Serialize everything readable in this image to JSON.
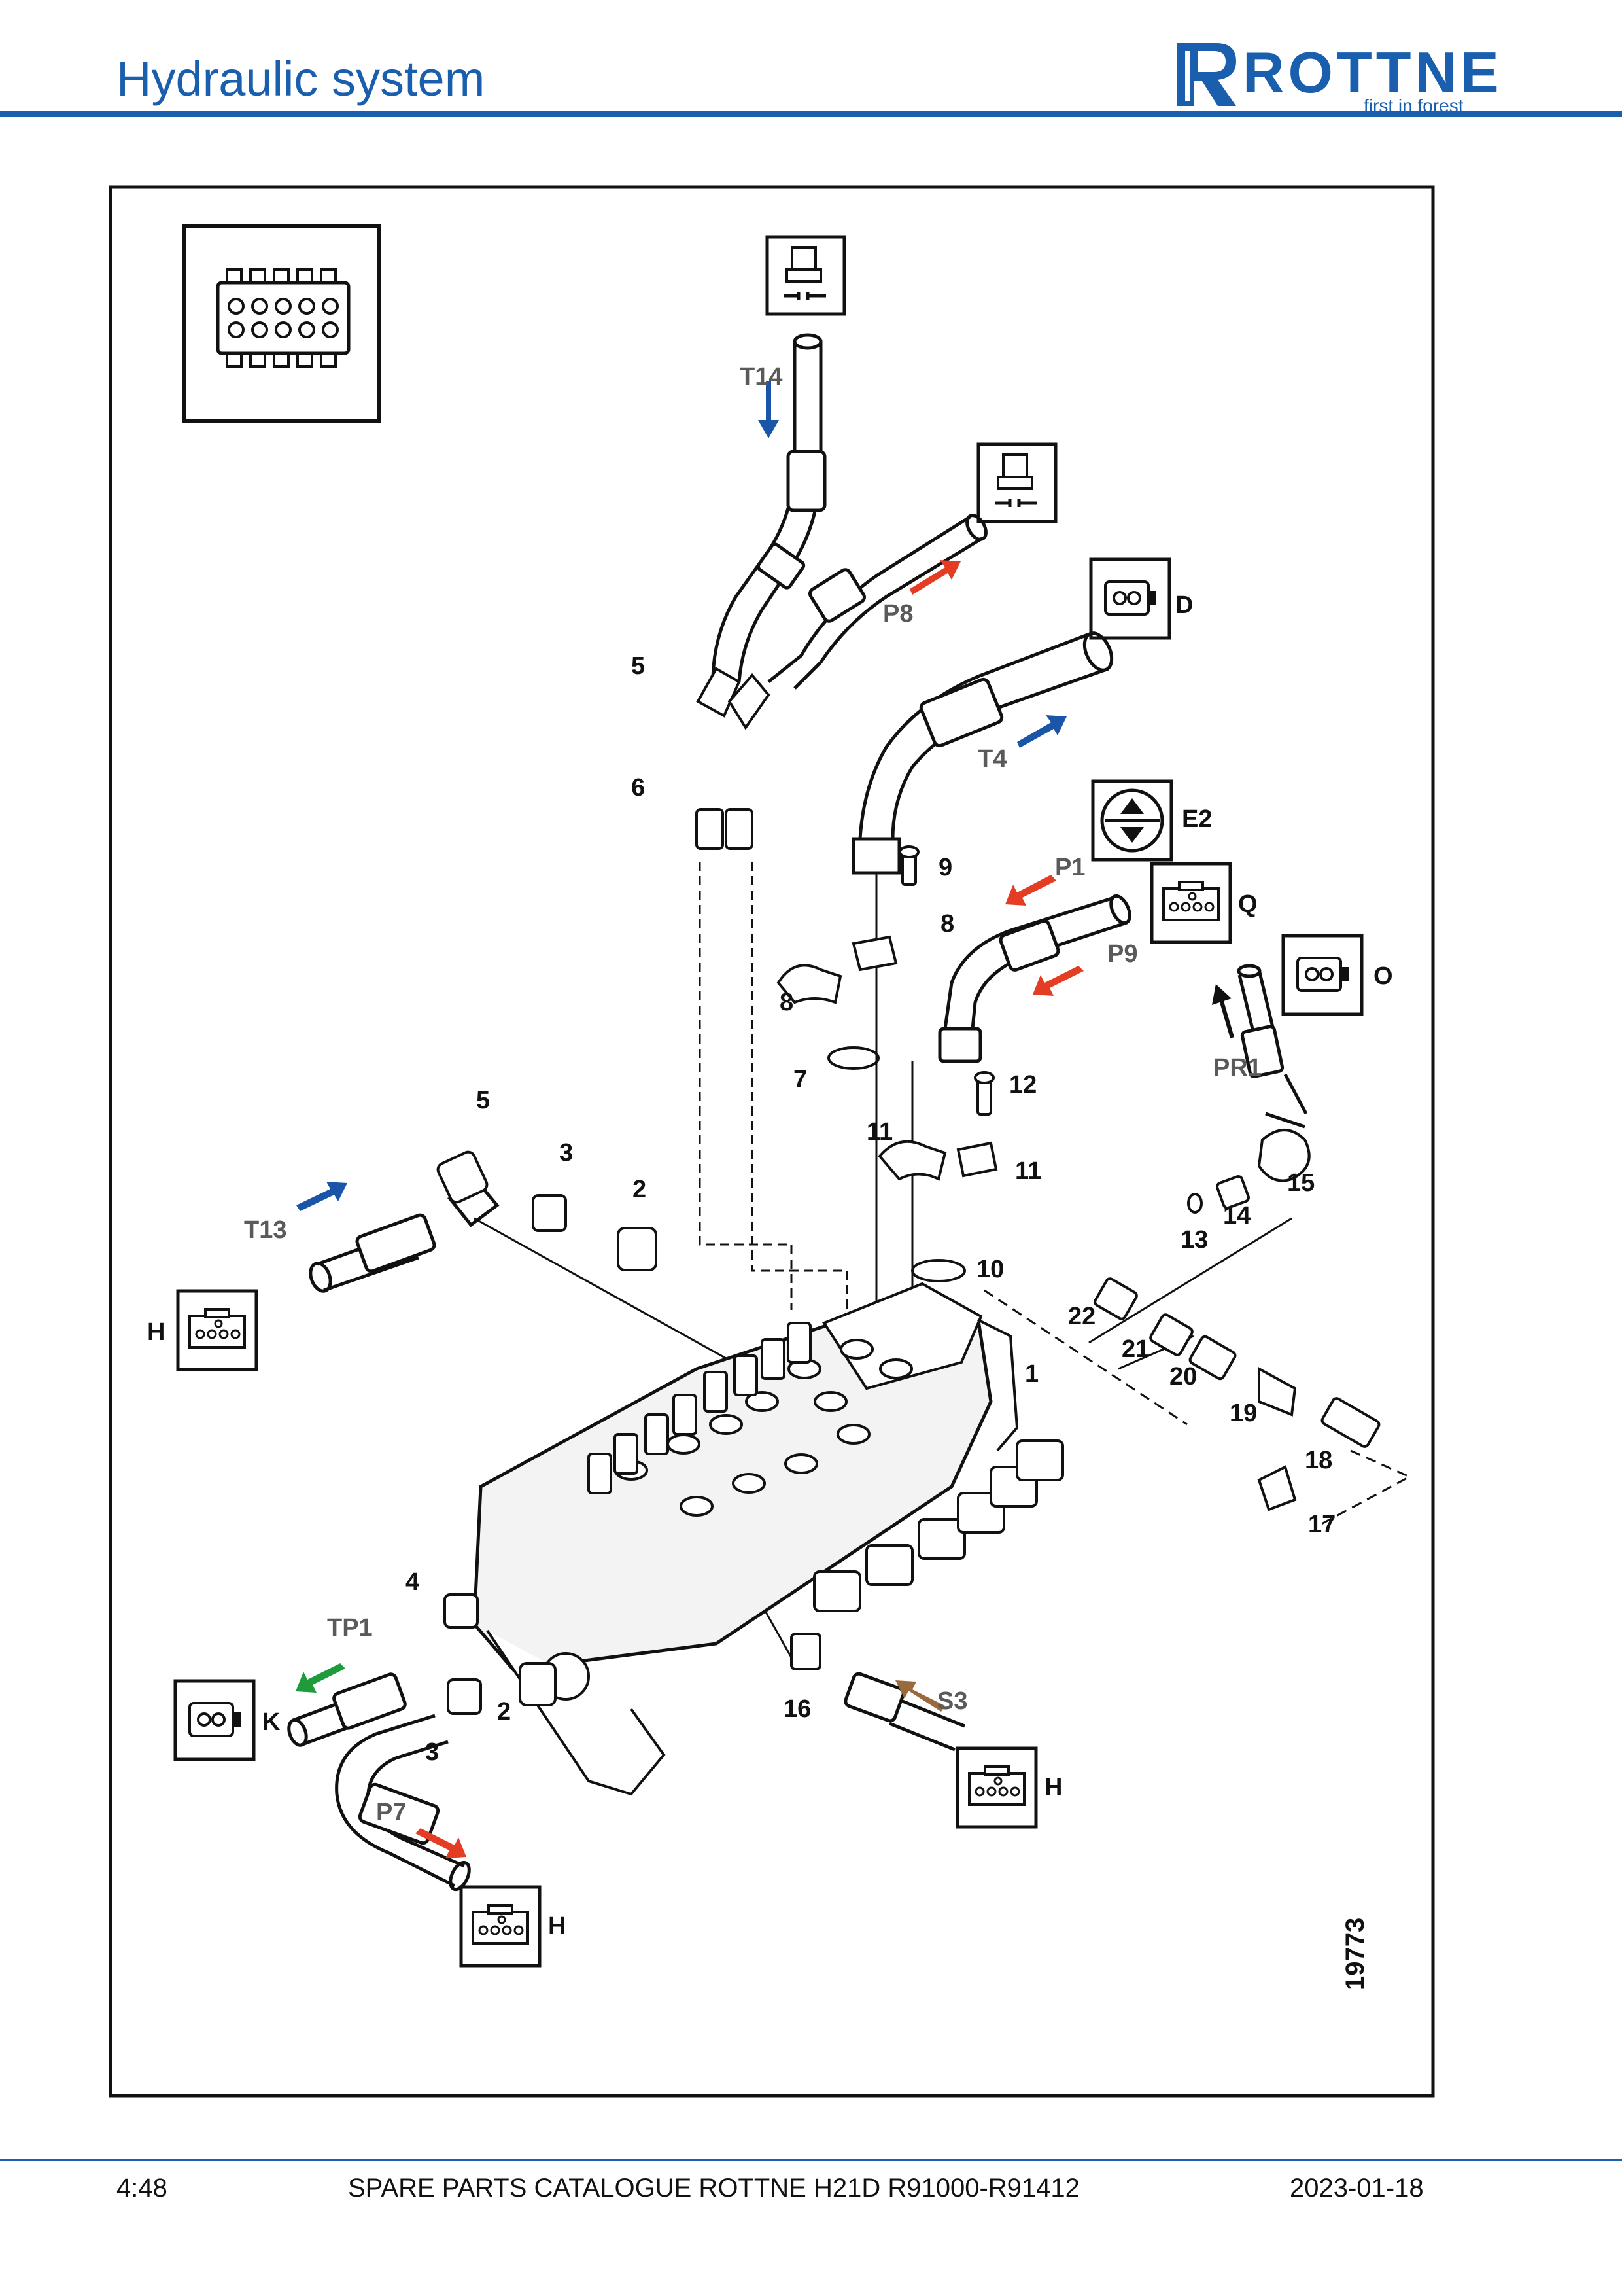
{
  "header": {
    "title": "Hydraulic system",
    "brand": "ROTTNE",
    "brand_tagline": "first in forest",
    "accent_color": "#1a5fae"
  },
  "footer": {
    "page": "4:48",
    "catalogue": "SPARE PARTS CATALOGUE ROTTNE H21D R91000-R91412",
    "date": "2023-01-18"
  },
  "diagram": {
    "drawing_number": "19773",
    "part_numbers": [
      "1",
      "2",
      "2",
      "3",
      "3",
      "4",
      "5",
      "5",
      "6",
      "7",
      "8",
      "8",
      "9",
      "10",
      "11",
      "11",
      "12",
      "13",
      "14",
      "15",
      "16",
      "17",
      "18",
      "19",
      "20",
      "21",
      "22"
    ],
    "ports": [
      "T14",
      "P8",
      "T4",
      "P1",
      "P9",
      "PR1",
      "T13",
      "TP1",
      "P7",
      "S3"
    ],
    "connector_letters": [
      "D",
      "E2",
      "Q",
      "O",
      "H",
      "K",
      "H",
      "H"
    ],
    "arrow_colors": {
      "tank": "#1a55a8",
      "pressure": "#e53d24",
      "pilot": "#1f9b3c",
      "signal": "#9b6a3c",
      "pr": "#111111"
    }
  }
}
